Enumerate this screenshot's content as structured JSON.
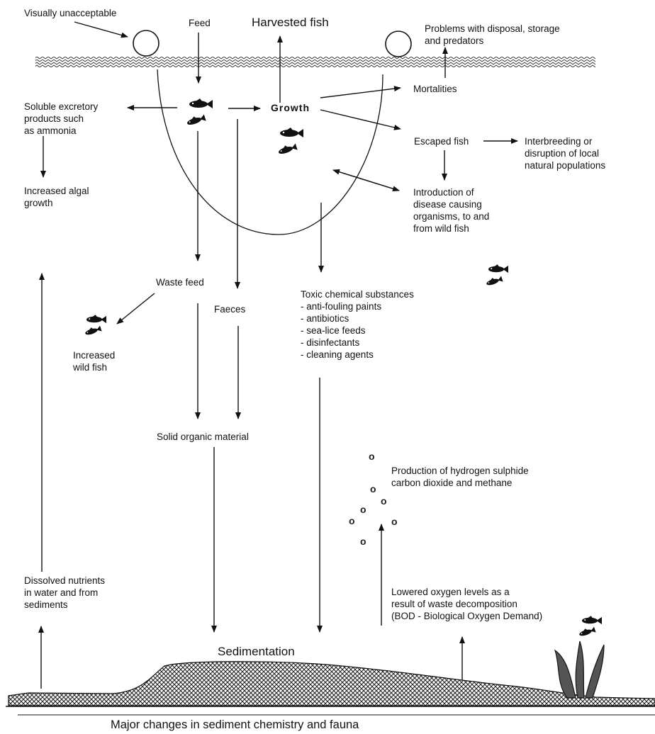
{
  "labels": {
    "visually_unacceptable": "Visually unacceptable",
    "feed": "Feed",
    "harvested_fish": "Harvested fish",
    "problems": "Problems with disposal, storage\nand predators",
    "mortalities": "Mortalities",
    "soluble": "Soluble excretory\nproducts such\nas ammonia",
    "growth": "Growth",
    "escaped": "Escaped fish",
    "interbreeding": "Interbreeding or\ndisruption of local\nnatural populations",
    "algal": "Increased algal\ngrowth",
    "disease": "Introduction of\ndisease causing\norganisms, to and\nfrom wild fish",
    "waste_feed": "Waste feed",
    "faeces": "Faeces",
    "toxic": "Toxic chemical substances\n- anti-fouling paints\n- antibiotics\n- sea-lice feeds\n- disinfectants\n- cleaning agents",
    "wild_fish": "Increased\nwild fish",
    "solid": "Solid organic material",
    "hydrogen": "Production of hydrogen sulphide\ncarbon dioxide and methane",
    "nutrients": "Dissolved nutrients\nin water and from\nsediments",
    "oxygen": "Lowered oxygen levels as a\nresult of waste decomposition\n(BOD - Biological Oxygen Demand)",
    "sedimentation": "Sedimentation",
    "sediment_changes": "Major changes in sediment chemistry and fauna"
  },
  "bubble_glyph": "o",
  "icons": [
    "float-icon",
    "fish-icon",
    "seaweed-icon"
  ]
}
